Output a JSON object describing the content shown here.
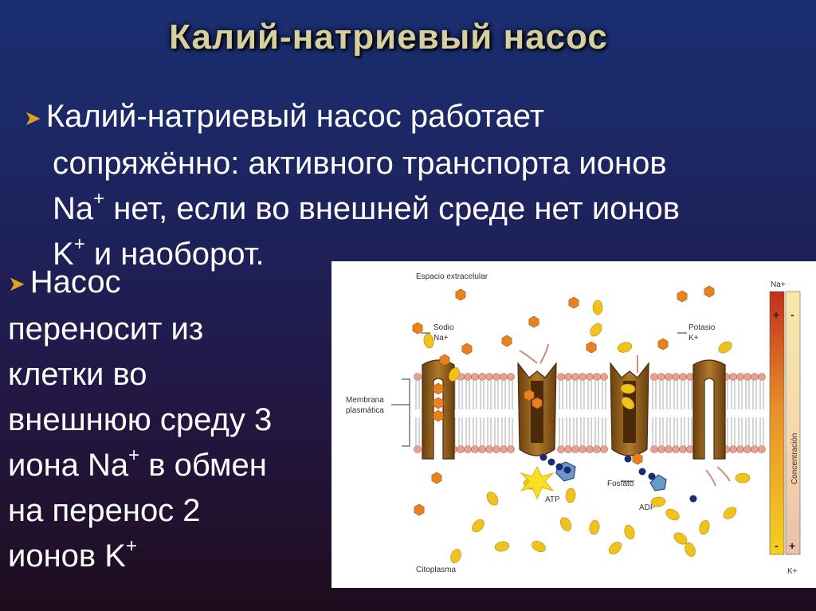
{
  "title": "Калий-натриевый насос",
  "bullet1": {
    "line1": "Калий-натриевый насос работает",
    "line2": "сопряжённо: активного транспорта ионов",
    "line3a": "Na",
    "line3sup": "+",
    "line3b": " нет, если во внешней среде нет ионов",
    "line4a": "K",
    "line4sup": "+",
    "line4b": " и наоборот."
  },
  "bullet2": {
    "line1": "Насос",
    "line2": "переносит из",
    "line3": "клетки во",
    "line4": "внешнюю среду 3",
    "line5a": "иона Na",
    "line5sup": "+",
    "line5b": " в обмен",
    "line6": "на перенос 2",
    "line7a": "ионов K",
    "line7sup": "+"
  },
  "diagram": {
    "extracellular": "Espacio extracelular",
    "sodium_name": "Sodio",
    "sodium_symbol": "Na+",
    "potassium_name": "Potasio",
    "potassium_symbol": "K+",
    "membrane_line1": "Membrana",
    "membrane_line2": "plasmática",
    "atp": "ATP",
    "phosphate": "Fosfato",
    "adp": "ADP",
    "cytoplasm": "Citoplasma",
    "gradient_top": "Na+",
    "gradient_bottom": "K+",
    "concentration": "Concentración",
    "plus_top": "+",
    "minus_top": "-",
    "minus_bottom": "-",
    "plus_bottom": "+"
  },
  "colors": {
    "sodium": "#e8821e",
    "potassium": "#f2c21c",
    "pump": "#8a5a1a",
    "phosphate": "#1c2a6e",
    "atp": "#4a78b0"
  }
}
